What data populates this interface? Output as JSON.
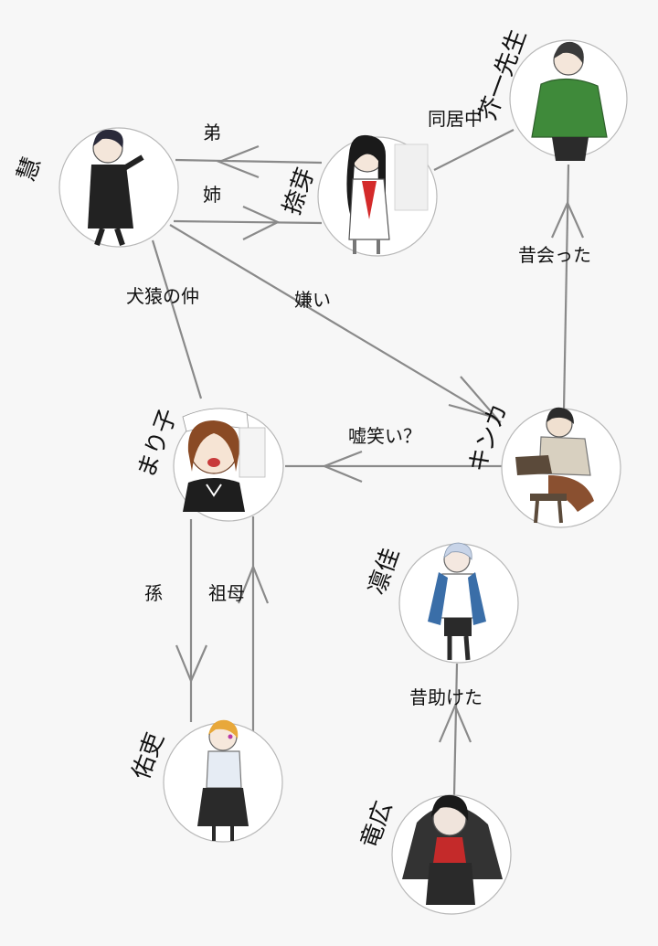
{
  "diagram": {
    "nodes": {
      "kei": {
        "name": "慧",
        "hair": "#2a2a3a",
        "outfit": "#222222",
        "accent": "#4b3a8c"
      },
      "sumeme": {
        "name": "捺芽",
        "hair": "#1a1a1a",
        "outfit": "#ffffff",
        "accent": "#d42a2a"
      },
      "sensei": {
        "name": "芥一先生",
        "hair": "#3a3a3a",
        "outfit": "#3f8a3a",
        "accent": "#2b2b2b"
      },
      "mariko": {
        "name": "まり子",
        "hair": "#8a4a24",
        "outfit": "#1e1e1e",
        "accent": "#ffffff"
      },
      "kinka": {
        "name": "キンカ",
        "hair": "#2b2b2b",
        "outfit": "#8a5030",
        "accent": "#5b4a3a"
      },
      "rinka": {
        "name": "凛佳",
        "hair": "#c8d4e8",
        "outfit": "#3a6ea8",
        "accent": "#2a2a2a"
      },
      "yuuri": {
        "name": "佑吏",
        "hair": "#e8a83a",
        "outfit": "#2a2a2a",
        "accent": "#b83aa8"
      },
      "ryuuko": {
        "name": "竜広",
        "hair": "#1a1a1a",
        "outfit": "#333333",
        "accent": "#c42a2a"
      }
    },
    "edges": {
      "ototo": "弟",
      "ane": "姉",
      "doukyo": "同居中",
      "mukashi_atta": "昔会った",
      "kenen": "犬猿の仲",
      "kirai": "嫌い",
      "usowarai": "嘘笑い？",
      "mago": "孫",
      "sobo": "祖母",
      "tasuketa": "昔助けた"
    },
    "colors": {
      "line": "#8a8a8a",
      "circle_border": "#b8b8b8",
      "background": "#f7f7f7"
    }
  }
}
